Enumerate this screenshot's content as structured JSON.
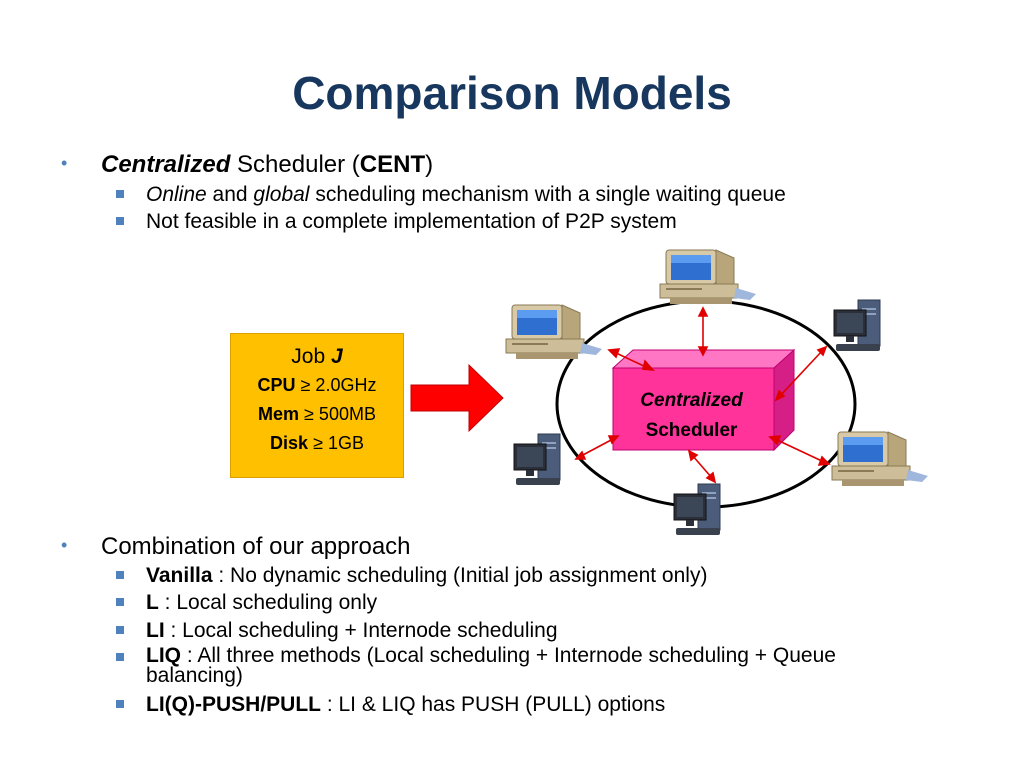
{
  "slide": {
    "title": "Comparison Models"
  },
  "bullets_top": {
    "b1": {
      "em": "Centralized",
      "mid": " Scheduler (",
      "strong": "CENT",
      "end": ")"
    },
    "s1": {
      "em1": "Online",
      "mid1": " and ",
      "em2": "global",
      "rest": " scheduling mechanism with a single waiting queue"
    },
    "s2": {
      "text": "Not feasible in a complete implementation of P2P system"
    }
  },
  "diagram": {
    "job": {
      "title": "Job ",
      "title_var": "J",
      "cpu_label": "CPU",
      "cpu_value": " ≥ 2.0GHz",
      "mem_label": "Mem",
      "mem_value": " ≥ 500MB",
      "disk_label": "Disk",
      "disk_value": " ≥ 1GB"
    },
    "scheduler": {
      "line1": "Centralized",
      "line2": "Scheduler"
    },
    "colors": {
      "job_box": "#ffc000",
      "arrow": "#ff0000",
      "scheduler_box": "#ff3399",
      "ring": "#000000",
      "link_arrows": "#e00000",
      "bullet": "#4f81bd",
      "title": "#17375e"
    },
    "nodes": [
      "computer-icon",
      "computer-icon",
      "computer-icon",
      "computer-icon",
      "computer-icon",
      "computer-icon"
    ]
  },
  "bullets_bottom": {
    "b2": {
      "text": "Combination of our approach"
    },
    "items": [
      {
        "label": "Vanilla",
        "text": " : No dynamic scheduling (Initial job assignment only)"
      },
      {
        "label": "L",
        "text": " : Local scheduling only"
      },
      {
        "label": "LI",
        "text": " : Local scheduling + Internode scheduling"
      },
      {
        "label": "LIQ",
        "text": " : All three methods (Local scheduling  + Internode scheduling + Queue balancing)"
      },
      {
        "label": "LI(Q)-PUSH/PULL",
        "text": " : LI & LIQ has PUSH (PULL) options"
      }
    ]
  }
}
